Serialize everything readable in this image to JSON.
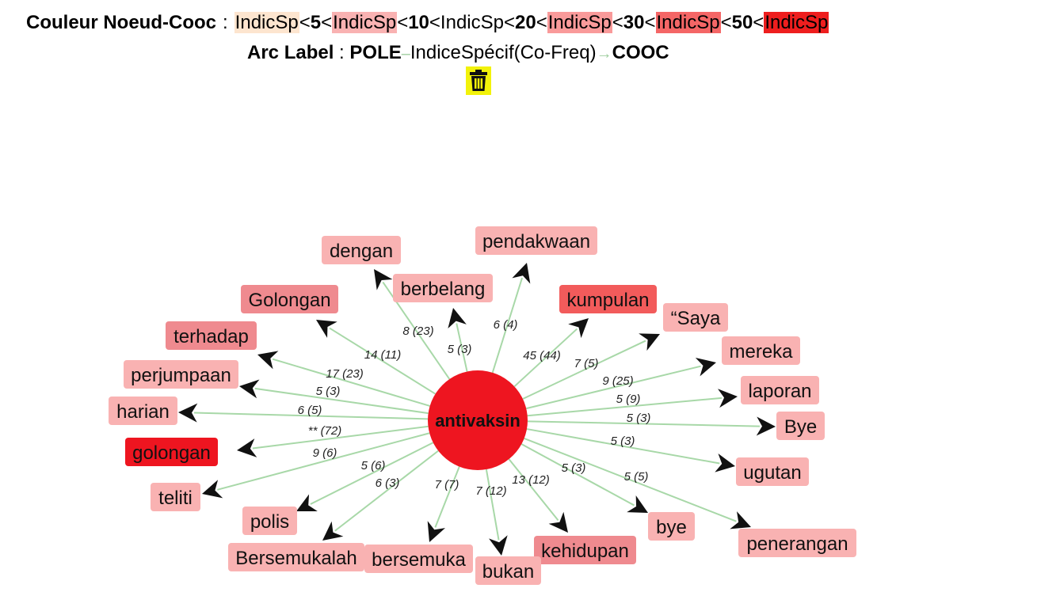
{
  "legend": {
    "title": "Couleur Noeud-Cooc",
    "sep": ":",
    "items": [
      {
        "text": "IndicSp",
        "color": "#fde5cf"
      },
      {
        "text": "<"
      },
      {
        "text": "5",
        "bold": true
      },
      {
        "text": "<"
      },
      {
        "text": "IndicSp",
        "color": "#f9b2b2"
      },
      {
        "text": "<"
      },
      {
        "text": "10",
        "bold": true
      },
      {
        "text": "<IndicSp<"
      },
      {
        "text": "20",
        "bold": true
      },
      {
        "text": "<"
      },
      {
        "text": "IndicSp",
        "color": "#f99a9a"
      },
      {
        "text": "<"
      },
      {
        "text": "30",
        "bold": true
      },
      {
        "text": "<"
      },
      {
        "text": "IndicSp",
        "color": "#f46666"
      },
      {
        "text": "<"
      },
      {
        "text": "50",
        "bold": true
      },
      {
        "text": "<"
      },
      {
        "text": "IndicSp",
        "color": "#ee1e1e"
      }
    ]
  },
  "arc_label": {
    "title": "Arc Label",
    "sep": ":",
    "pole": "POLE",
    "middle": "IndiceSpécif(Co-Freq)",
    "cooc": "COOC"
  },
  "trash_icon": "trash-icon",
  "graph": {
    "center": {
      "label": "antivaksin",
      "color": "#ee1520"
    },
    "edge_color": "#a8d8a8",
    "nodes": [
      {
        "label": "dengan",
        "edge": "8 (23)",
        "color": "#f9b2b2"
      },
      {
        "label": "berbelang",
        "edge": "5 (3)",
        "color": "#f9b2b2"
      },
      {
        "label": "pendakwaan",
        "edge": "6 (4)",
        "color": "#f9b2b2"
      },
      {
        "label": "kumpulan",
        "edge": "45 (44)",
        "color": "#f25b5b"
      },
      {
        "label": "“Saya",
        "edge": "7 (5)",
        "color": "#f9b2b2"
      },
      {
        "label": "mereka",
        "edge": "9 (25)",
        "color": "#f9b2b2"
      },
      {
        "label": "laporan",
        "edge": "5 (9)",
        "color": "#f9b2b2"
      },
      {
        "label": "Bye",
        "edge": "5 (3)",
        "color": "#f9b2b2"
      },
      {
        "label": "ugutan",
        "edge": "5 (3)",
        "color": "#f9b2b2"
      },
      {
        "label": "penerangan",
        "edge": "5 (5)",
        "color": "#f9b2b2"
      },
      {
        "label": "bye",
        "edge": "5 (3)",
        "color": "#f9b2b2"
      },
      {
        "label": "kehidupan",
        "edge": "13 (12)",
        "color": "#ef8a8f"
      },
      {
        "label": "bukan",
        "edge": "7 (12)",
        "color": "#f9b2b2"
      },
      {
        "label": "bersemuka",
        "edge": "7 (7)",
        "color": "#f9b2b2"
      },
      {
        "label": "Bersemukalah",
        "edge": "6 (3)",
        "color": "#f9b2b2"
      },
      {
        "label": "polis",
        "edge": "5 (6)",
        "color": "#f9b2b2"
      },
      {
        "label": "teliti",
        "edge": "9 (6)",
        "color": "#f9b2b2"
      },
      {
        "label": "golongan",
        "edge": "** (72)",
        "color": "#ee1520"
      },
      {
        "label": "harian",
        "edge": "6 (5)",
        "color": "#f9b2b2"
      },
      {
        "label": "perjumpaan",
        "edge": "5 (3)",
        "color": "#f9b2b2"
      },
      {
        "label": "terhadap",
        "edge": "17 (23)",
        "color": "#ef8a8f"
      },
      {
        "label": "Golongan",
        "edge": "14 (11)",
        "color": "#ef8a8f"
      }
    ]
  }
}
